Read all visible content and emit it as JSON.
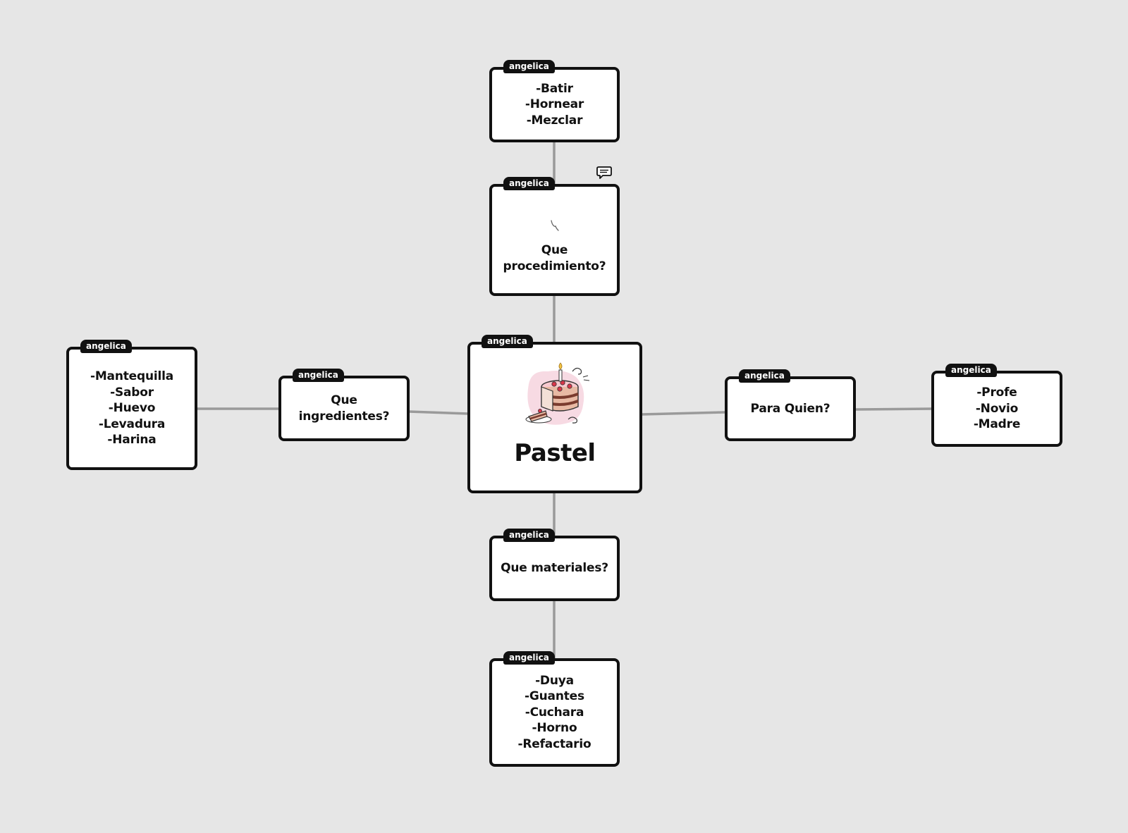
{
  "diagram": {
    "author_tag": "angelica",
    "connector_color": "#9a9a9a",
    "background_color": "#e6e6e6",
    "nodes": {
      "center": {
        "tag": "angelica",
        "title": "Pastel",
        "image_icon": "cake-slice-icon"
      },
      "procedure": {
        "tag": "angelica",
        "text": "Que\nprocedimiento?",
        "sketch_icon": "pen-squiggle-icon",
        "comment_icon": "comment-bubble-icon"
      },
      "procedure_items": {
        "tag": "angelica",
        "text": "-Batir\n-Hornear\n-Mezclar"
      },
      "ingredients": {
        "tag": "angelica",
        "text": "Que\ningredientes?"
      },
      "ingredients_items": {
        "tag": "angelica",
        "text": "-Mantequilla\n-Sabor\n-Huevo\n-Levadura\n-Harina"
      },
      "for_whom": {
        "tag": "angelica",
        "text": "Para Quien?"
      },
      "for_whom_items": {
        "tag": "angelica",
        "text": "-Profe\n-Novio\n-Madre"
      },
      "materials": {
        "tag": "angelica",
        "text": "Que materiales?"
      },
      "materials_items": {
        "tag": "angelica",
        "text": "-Duya\n-Guantes\n-Cuchara\n-Horno\n-Refactario"
      }
    }
  }
}
